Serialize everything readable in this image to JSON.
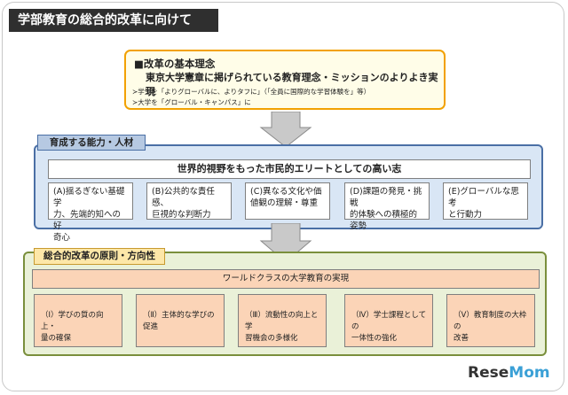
{
  "title": "学部教育の総合的改革に向けて",
  "principle": {
    "heading": "■改革の基本理念",
    "main": "東京大学憲章に掲げられている教育理念・ミッションのよりよき実現",
    "sub1": "≻学生を「よりグローバルに、よりタフに」（「全員に国際的な学習体験を」等）",
    "sub2": "≻大学を「グローバル・キャンパス」に"
  },
  "abilities": {
    "label": "育成する能力・人材",
    "goal": "世界的視野をもった市民的エリートとしての高い志",
    "items": [
      {
        "line1": "(A)揺るぎない基礎学",
        "line2": "力、先端的知への好",
        "line3": "奇心"
      },
      {
        "line1": "(B)公共的な責任感、",
        "line2": "巨視的な判断力",
        "line3": ""
      },
      {
        "line1": "(C)異なる文化や価",
        "line2": "値観の理解・尊重",
        "line3": ""
      },
      {
        "line1": "(D)課題の発見・挑戦",
        "line2": "的体験への積極的",
        "line3": "姿勢"
      },
      {
        "line1": "(E)グローバルな思考",
        "line2": "と行動力",
        "line3": ""
      }
    ]
  },
  "principles": {
    "label": "総合的改革の原則・方向性",
    "worldclass": "ワールドクラスの大学教育の実現",
    "items": [
      {
        "line1": "（Ⅰ）学びの質の向上・",
        "line2": "量の確保"
      },
      {
        "line1": "（Ⅱ）主体的な学びの",
        "line2": "促進"
      },
      {
        "line1": "（Ⅲ）流動性の向上と学",
        "line2": "習機会の多様化"
      },
      {
        "line1": "（Ⅳ）学士課程としての",
        "line2": "一体性の強化"
      },
      {
        "line1": "（Ⅴ）教育制度の大枠の",
        "line2": "改善"
      }
    ]
  },
  "watermark": {
    "text1": "Rese",
    "text2": "Mom"
  },
  "colors": {
    "arrow": "#c9c9c9",
    "blue_box": "#d9e6f5",
    "green_box": "#eaf1d8",
    "salmon": "#fbd4b7",
    "orange_border": "#f2a100"
  }
}
